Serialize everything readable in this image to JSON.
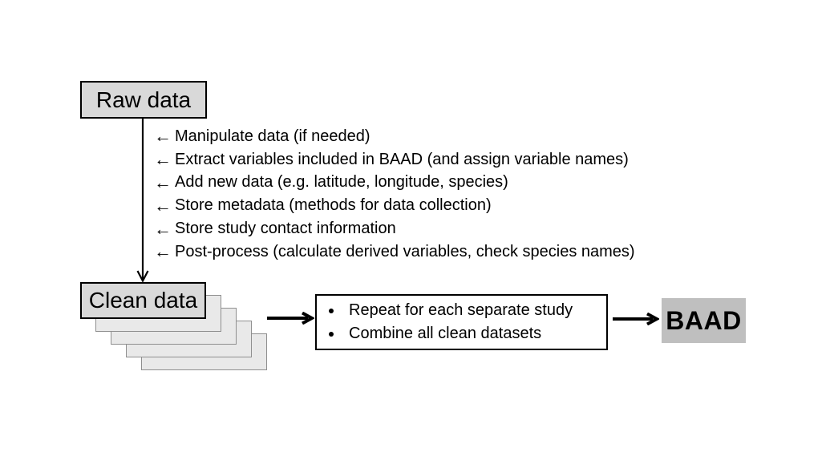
{
  "diagram": {
    "raw_data": {
      "label": "Raw data"
    },
    "step_arrow_glyph": "←",
    "steps": [
      "Manipulate data (if needed)",
      "Extract variables included in BAAD (and assign variable names)",
      "Add new data (e.g. latitude, longitude, species)",
      "Store metadata (methods for data collection)",
      "Store study contact information",
      "Post-process (calculate derived variables, check species names)"
    ],
    "clean_data": {
      "label": "Clean data"
    },
    "process_box": {
      "bullets": [
        "Repeat for each separate study",
        "Combine all clean datasets"
      ]
    },
    "baad": {
      "label": "BAAD"
    },
    "colors": {
      "box_fill": "#d9d9d9",
      "baad_fill": "#bfbfbf",
      "page_fill": "#e9e9e9",
      "page_border": "#8f8f8f",
      "arrow": "#000000"
    }
  }
}
